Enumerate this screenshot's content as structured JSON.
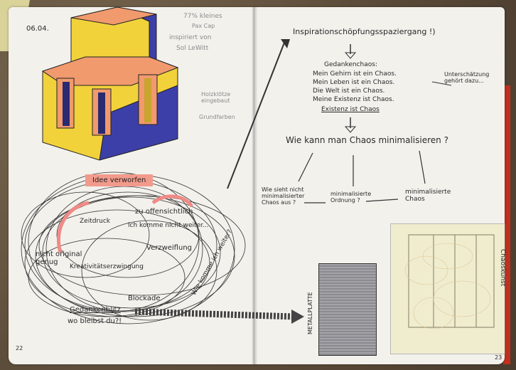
{
  "left_page": {
    "date": "06.04.",
    "annotations": {
      "clay": "77% kleines",
      "tape": "Pax Cap",
      "inspired": "inspiriert von",
      "artist": "Sol LeWitt",
      "wood": "Holzklötze eingebaut",
      "paint": "Grundfarben"
    },
    "idea_box": "Idee verworfen",
    "chaos_words": {
      "too_obvious": "zu offensichtlich",
      "cant_go_on": "ich komme nicht weiter...",
      "despair": "Verzweiflung",
      "pressure": "Zeitdruck",
      "not_original": "nicht original genug",
      "forced_creativity": "Kreativitätserzwingung",
      "blockade": "Blockade",
      "how_continue": "Wie komme ich weiter?",
      "flash": "Gedankenblitz",
      "where_are_you": "wo bleibst du?!"
    },
    "page_number": "22"
  },
  "right_page": {
    "heading": "Inspirationschöpfungsspaziergang !)",
    "thoughts_title": "Gedankenchaos:",
    "thought_lines": [
      "Mein Gehirn ist ein Chaos.",
      "Mein Leben ist ein Chaos.",
      "Die Welt ist ein Chaos.",
      "Meine Existenz ist Chaos."
    ],
    "existence_line": "Existenz ist Chaos",
    "side_note": "Unterschätzung gehört dazu...",
    "question": "Wie kann man Chaos minimalisieren ?",
    "branches": {
      "left": "Wie sieht nicht minimalisierter Chaos aus ?",
      "middle": "minimalisierte Ordnung ?",
      "right": "minimalisierte Chaos"
    },
    "metal_label": "METALLPLATTE",
    "chaos_label": "Chaoskunst",
    "page_number": "23"
  }
}
